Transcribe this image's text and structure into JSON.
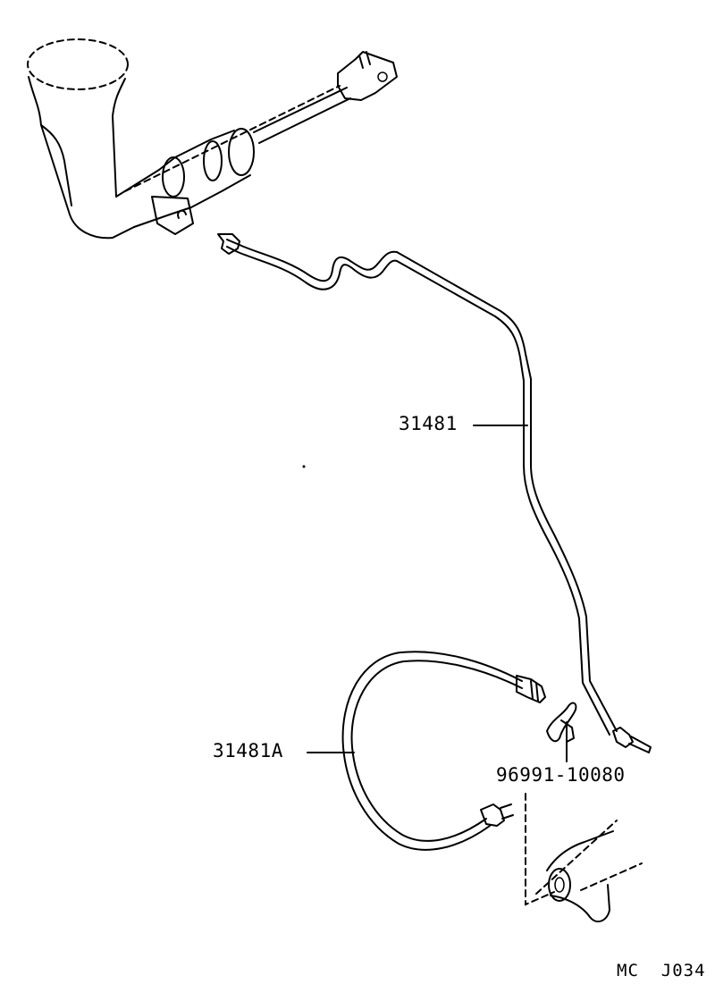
{
  "labels": {
    "clutch_line": "31481",
    "flexible_hose": "31481A",
    "clip": "96991-10080",
    "diagram_code": "MC  J034"
  }
}
